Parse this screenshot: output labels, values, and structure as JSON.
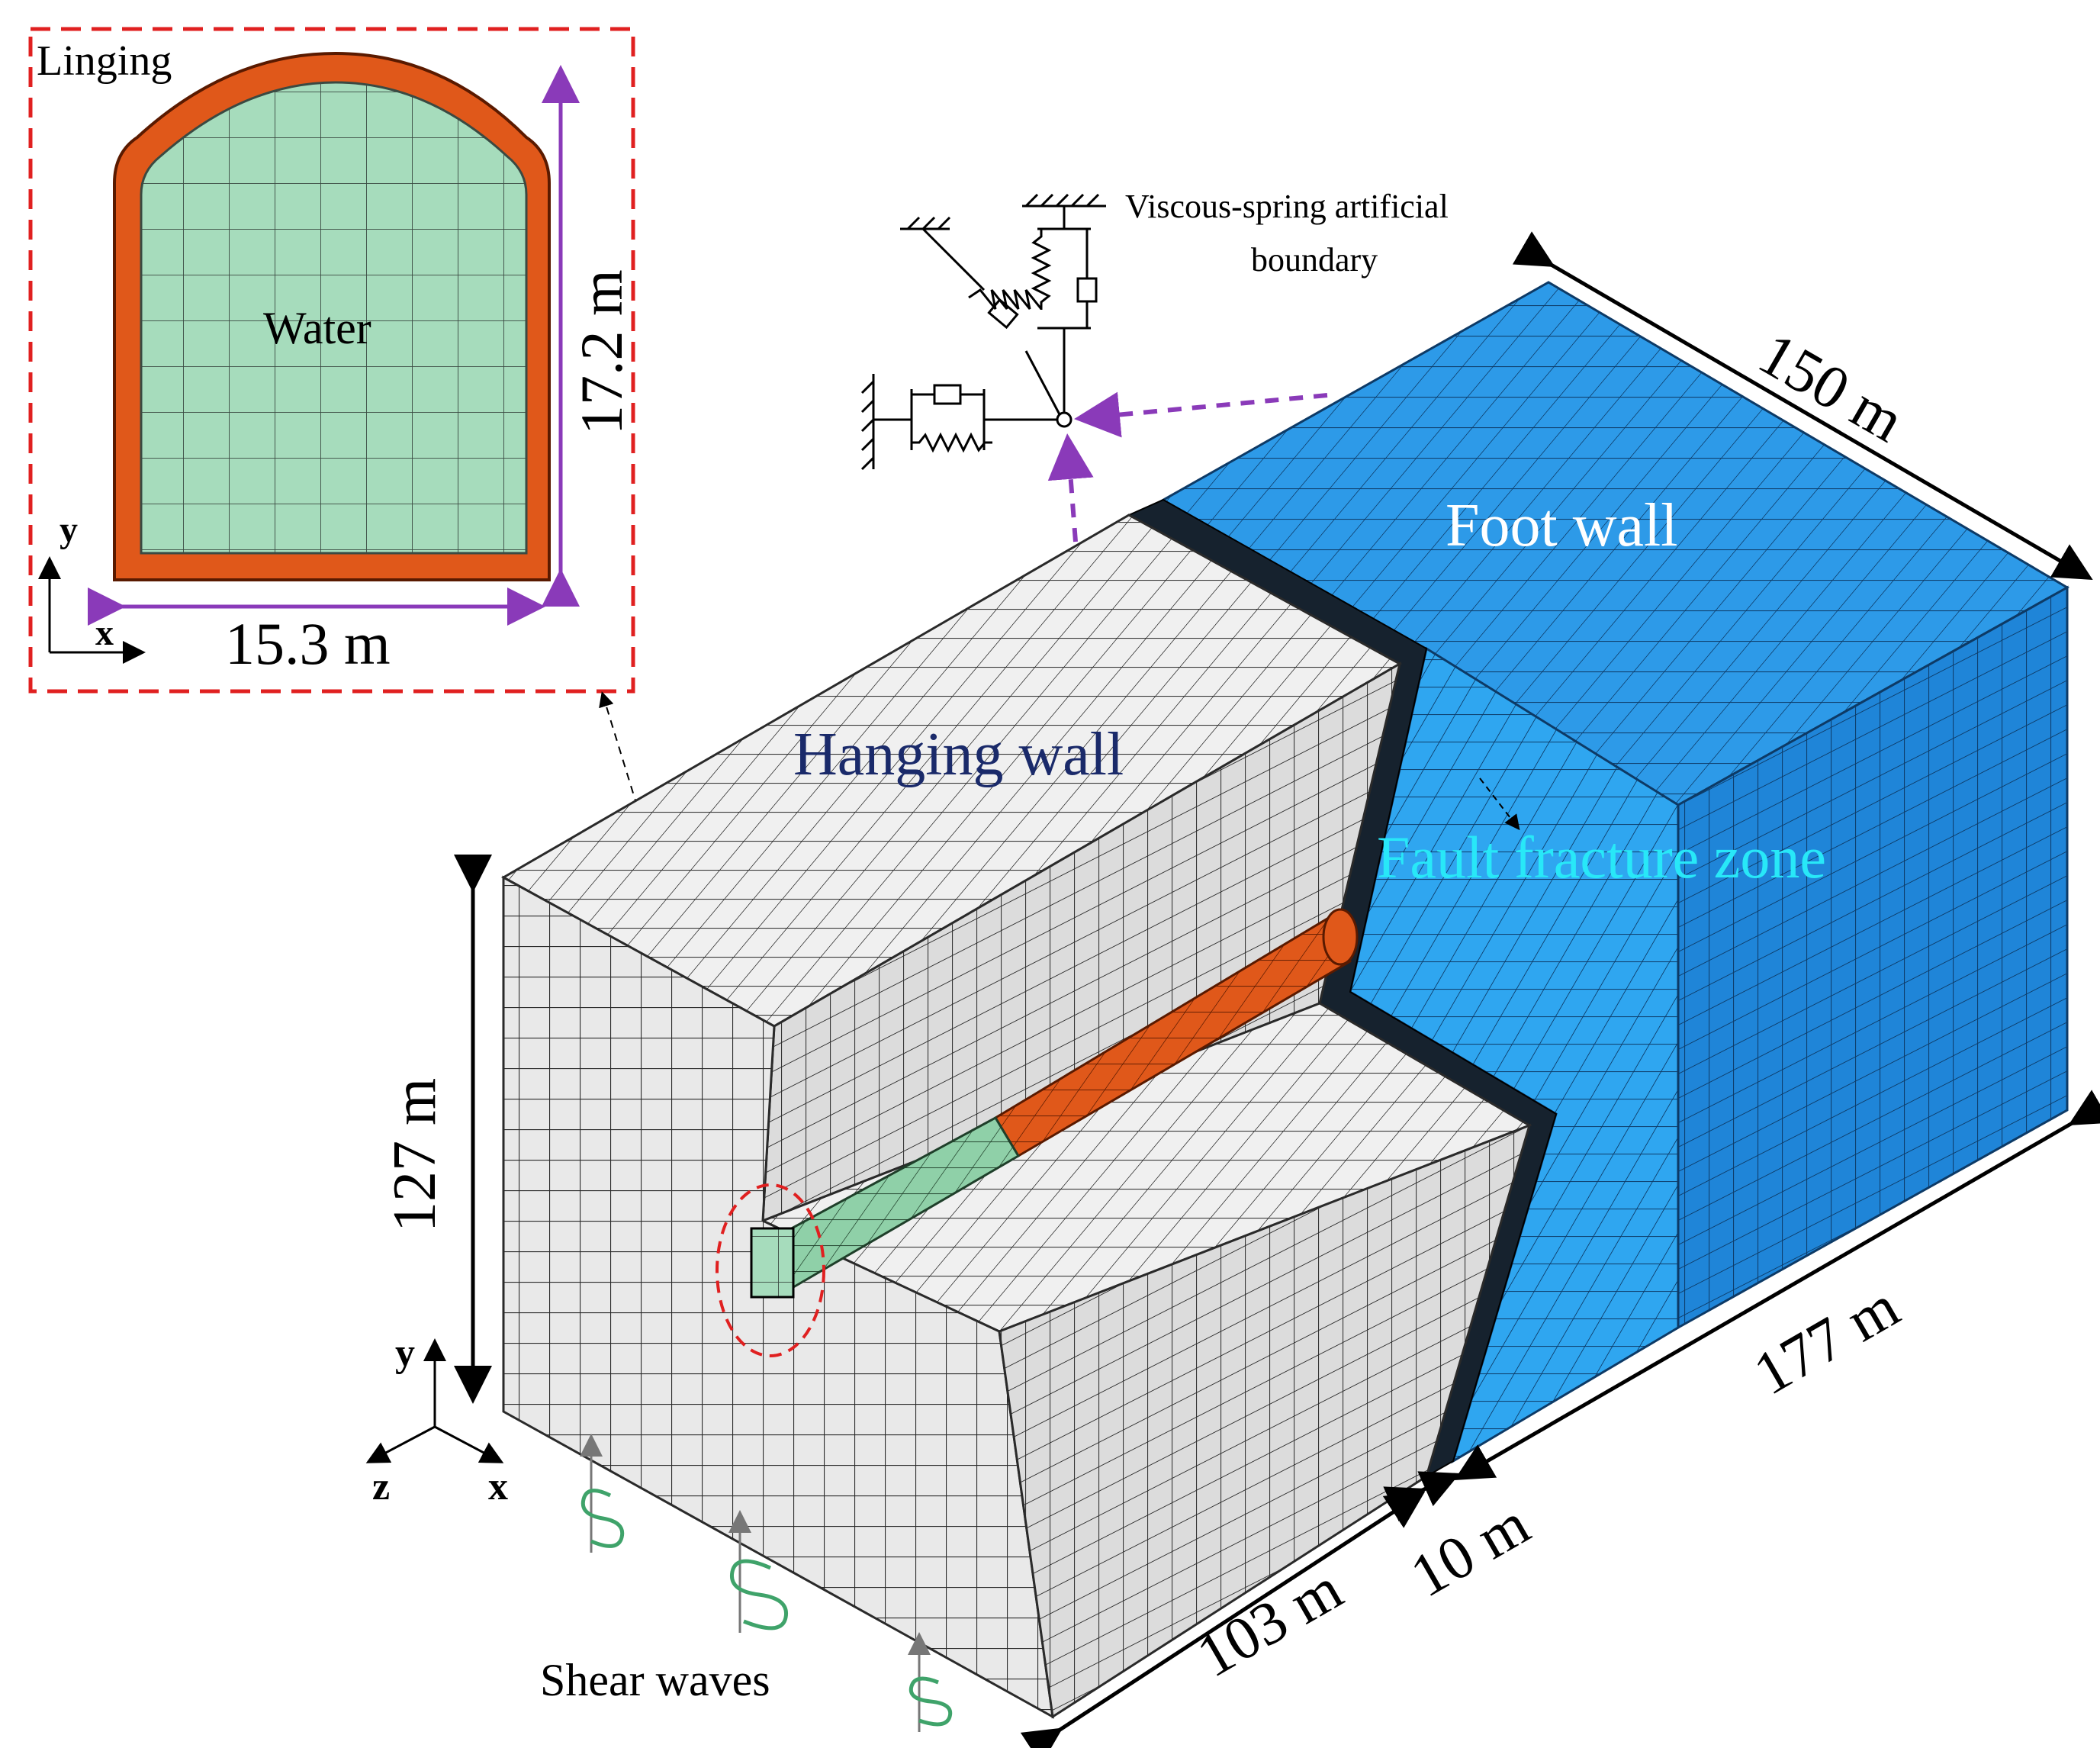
{
  "inset": {
    "lining_label": "Linging",
    "water_label": "Water",
    "height_label": "17.2 m",
    "width_label": "15.3 m",
    "axis_y": "y",
    "axis_x": "x"
  },
  "boundary": {
    "line1": "Viscous-spring artificial",
    "line2": "boundary"
  },
  "model": {
    "foot_wall_label": "Foot wall",
    "hanging_wall_label": "Hanging wall",
    "fault_zone_label": "Fault fracture zone",
    "dim_150": "150 m",
    "dim_127": "127 m",
    "dim_177": "177 m",
    "dim_10": "10 m",
    "dim_103": "103 m",
    "axis_y": "y",
    "axis_z": "z",
    "axis_x": "x",
    "shear_waves_label": "Shear waves"
  },
  "colors": {
    "inset_border": "#e02020",
    "dim_arrow": "#8a3ab9",
    "lining": "#e0581a",
    "water": "#a6dcbc",
    "rock": "#e8e8e8",
    "foot_wall": "#1e90e8",
    "fault": "#1a2a3a",
    "hanging_label": "#1a2a6a",
    "fault_label": "#28e8f8",
    "foot_label": "#ffffff",
    "wave": "#3fa36a"
  }
}
